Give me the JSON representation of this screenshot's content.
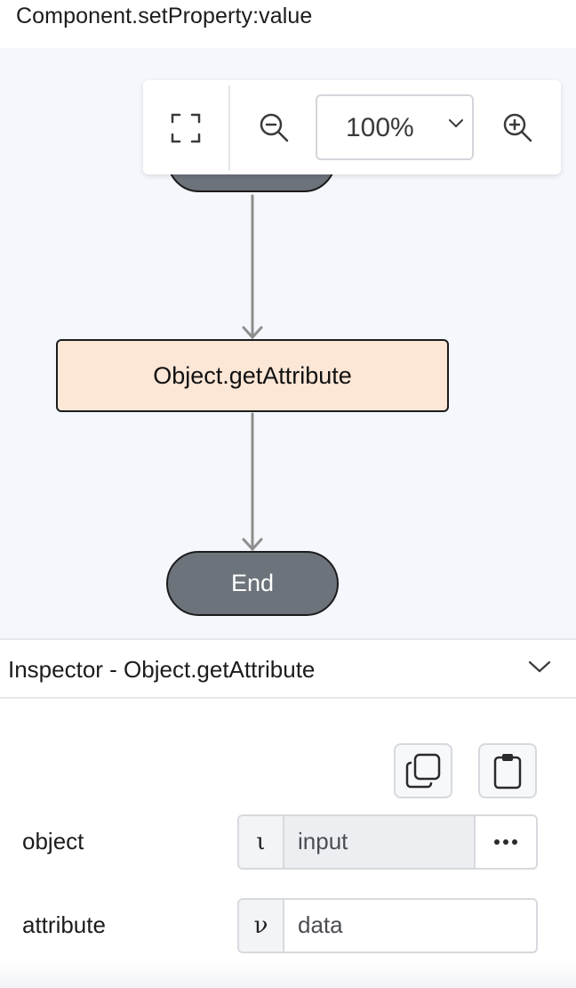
{
  "header": {
    "title": "Component.setProperty:value"
  },
  "toolbar": {
    "fit_icon": "fit-screen-icon",
    "zoom_out_icon": "zoom-out-icon",
    "zoom_value": "100%",
    "zoom_in_icon": "zoom-in-icon"
  },
  "flow": {
    "nodes": [
      {
        "id": "start",
        "label": ""
      },
      {
        "id": "action",
        "label": "Object.getAttribute"
      },
      {
        "id": "end",
        "label": "End"
      }
    ]
  },
  "inspector": {
    "title": "Inspector - Object.getAttribute",
    "copy_icon": "copy-icon",
    "paste_icon": "clipboard-icon",
    "properties": [
      {
        "label": "object",
        "type_symbol": "ι",
        "value": "input"
      },
      {
        "label": "attribute",
        "type_symbol": "ν",
        "value": "data"
      }
    ]
  },
  "colors": {
    "canvas_bg": "#f4f7fb",
    "terminal_node": "#6d737b",
    "action_node": "#fce6d6",
    "edge": "#8e8e8e"
  }
}
